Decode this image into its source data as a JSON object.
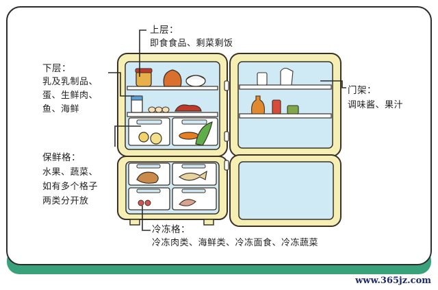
{
  "labels": {
    "upper": {
      "title": "上层：",
      "desc": "即食食品、剩菜剩饭"
    },
    "lower": {
      "title": "下层：",
      "line1": "乳及乳制品、",
      "line2": "蛋、生鲜肉、",
      "line3": "鱼、海鲜"
    },
    "crisper": {
      "title": "保鲜格：",
      "line1": "水果、蔬菜、",
      "line2": "如有多个格子",
      "line3": "两类分开放"
    },
    "freezer": {
      "title": "冷冻格：",
      "desc": "冷冻肉类、海鲜类、冷冻面食、冷冻蔬菜"
    },
    "door": {
      "title": "门架：",
      "desc": "调味酱、果汁"
    }
  },
  "watermark": "www.365jz.com",
  "colors": {
    "fridge_body": "#f6efb4",
    "fridge_inner": "#cfe9f5",
    "outline": "#3a3026",
    "footer_band": "#3aa27a",
    "card_border": "#2b2b2b"
  }
}
